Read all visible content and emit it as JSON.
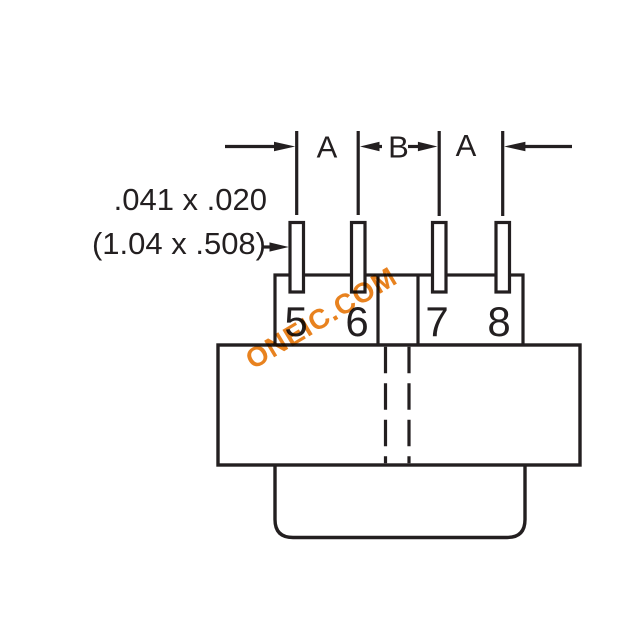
{
  "dimensions": {
    "label_a_left": "A",
    "label_b": "B",
    "label_a_right": "A"
  },
  "pin_note": {
    "line1": ".041 x .020",
    "line2": "(1.04 x .508)"
  },
  "pins": {
    "numbers": [
      "5",
      "6",
      "7",
      "8"
    ]
  },
  "watermark": {
    "text": "ONEIC.COM"
  },
  "colors": {
    "line": "#231f20",
    "watermark": "#e8821f",
    "background": "#ffffff"
  }
}
